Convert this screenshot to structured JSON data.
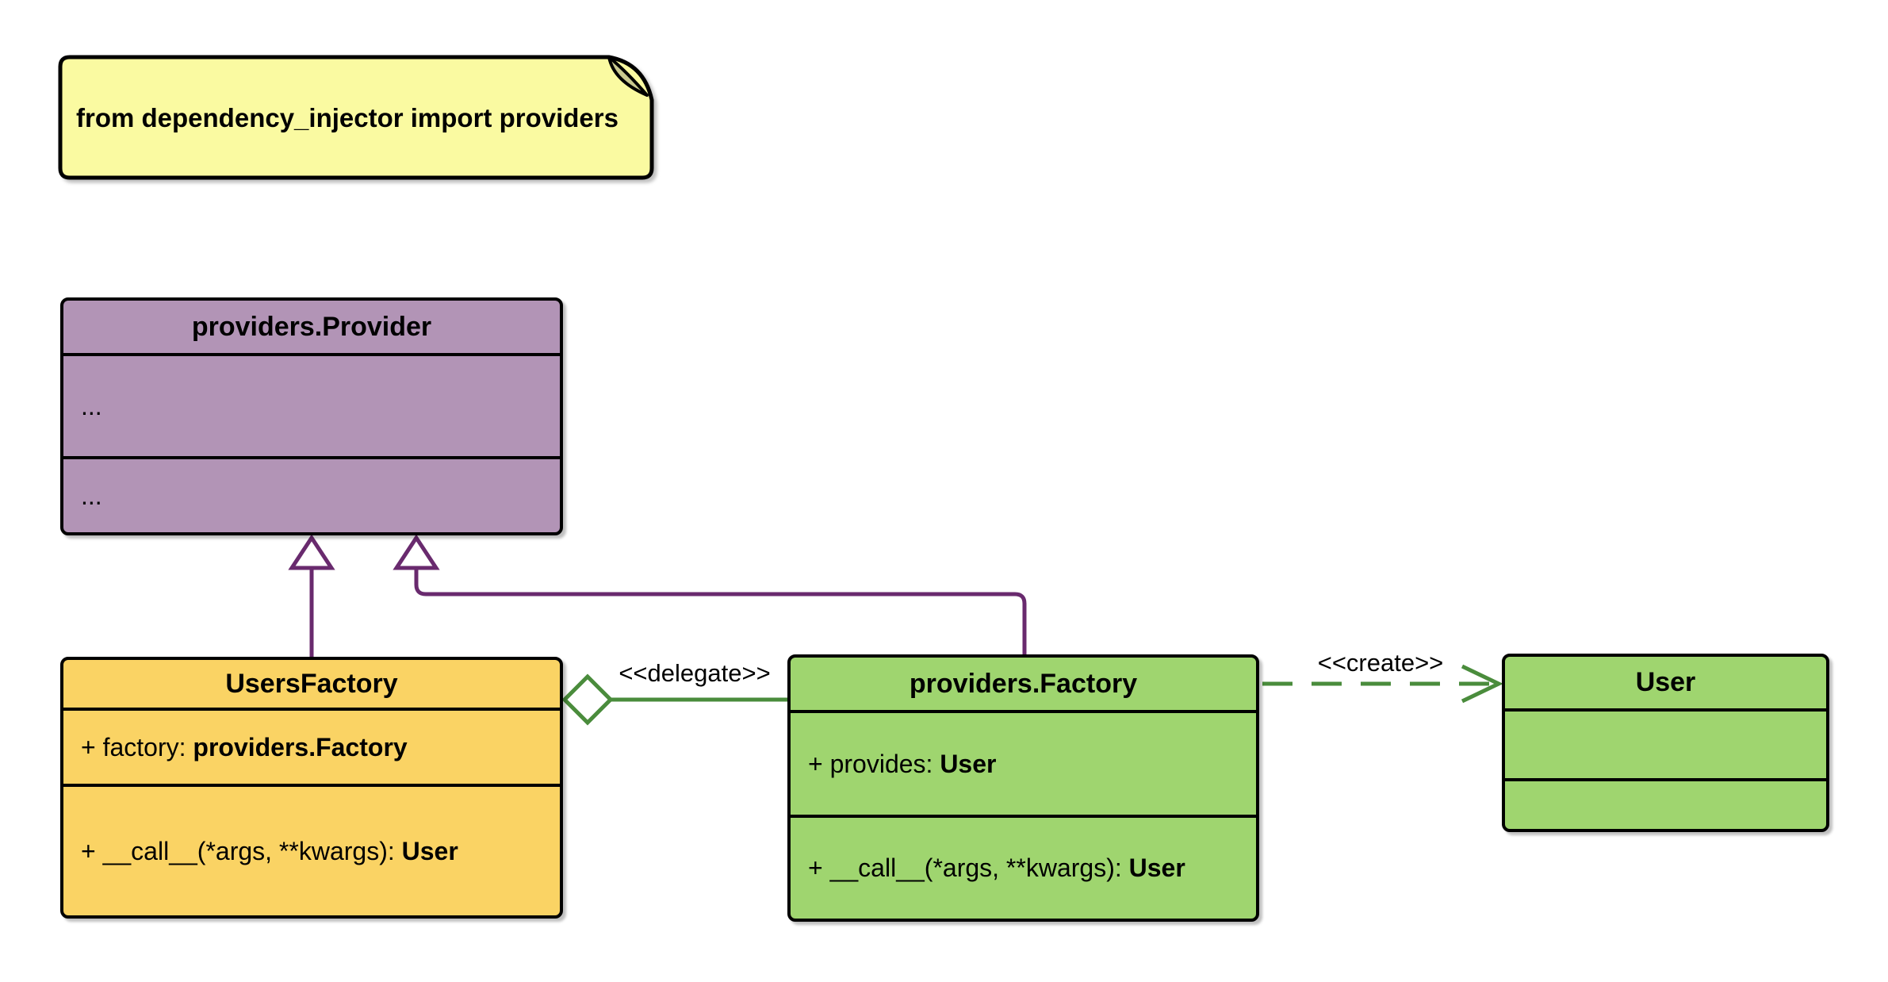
{
  "note": {
    "text": "from dependency_injector import providers"
  },
  "classes": {
    "provider": {
      "title": "providers.Provider",
      "section1": "...",
      "section2": "..."
    },
    "users_factory": {
      "title": "UsersFactory",
      "attribute": {
        "prefix": "+ factory: ",
        "type": "providers.Factory"
      },
      "method": {
        "prefix": "+ __call__(*args, **kwargs): ",
        "type": "User"
      }
    },
    "factory": {
      "title": "providers.Factory",
      "attribute": {
        "prefix": "+ provides: ",
        "type": "User"
      },
      "method": {
        "prefix": "+ __call__(*args, **kwargs): ",
        "type": "User"
      }
    },
    "user": {
      "title": "User"
    }
  },
  "relations": {
    "delegate": {
      "label": "<<delegate>>"
    },
    "create": {
      "label": "<<create>>"
    }
  },
  "colors": {
    "note_fill": "#FAFAA1",
    "note_fold_fill": "#C9C98F",
    "provider_fill": "#B294B6",
    "users_factory_fill": "#FAD364",
    "factory_fill": "#9FD56F",
    "user_fill": "#9FD56F",
    "inheritance_line": "#692A6E",
    "association_line": "#4A8C3C",
    "border": "#000000",
    "label_text": "#000000",
    "page_bg": "#FFFFFF"
  }
}
